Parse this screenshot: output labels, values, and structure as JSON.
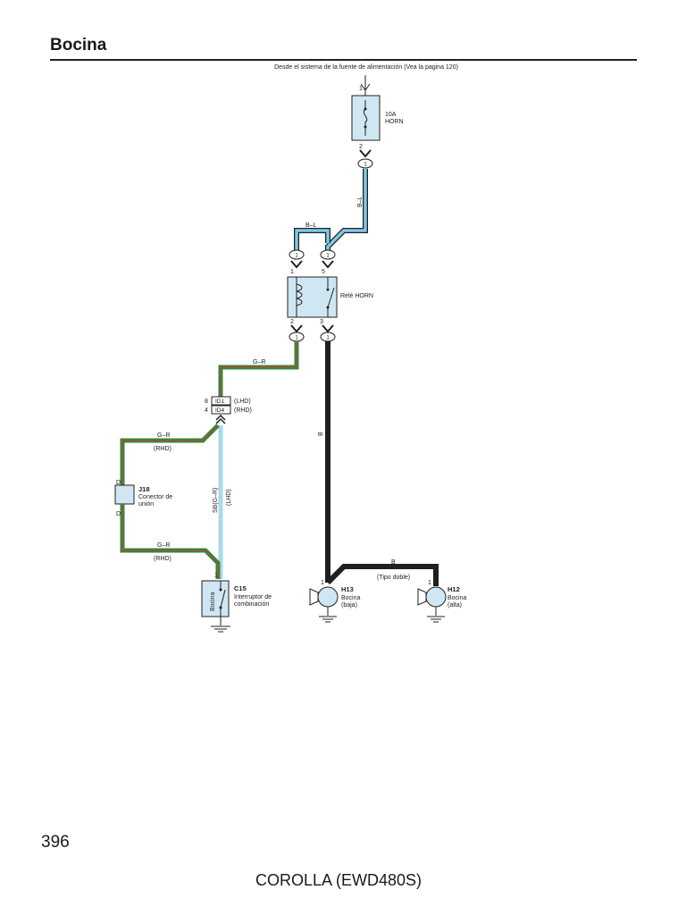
{
  "page": {
    "title": "Bocina",
    "page_number": "396",
    "footer": "COROLLA (EWD480S)"
  },
  "colors": {
    "wire_blue": "#7fc9e6",
    "wire_green": "#2e8b3c",
    "wire_red": "#c4403a",
    "wire_black": "#1f1f1f",
    "component_fill": "#cfe7f3",
    "sb_wire": "#a9d9ef"
  },
  "diagram": {
    "source_note": "Desde el sistema de la fuente de alimentación (Vea la pagina 120)",
    "fuse": {
      "rating": "10A",
      "name": "HORN",
      "pin_top": "1",
      "pin_bottom": "2"
    },
    "relay": {
      "name": "Relé HORN",
      "pin_1": "1",
      "pin_5": "5",
      "pin_2": "2",
      "pin_3": "3"
    },
    "connector_id": {
      "pin_8": "8",
      "id1": "ID1",
      "id1_note": "(LHD)",
      "pin_4": "4",
      "id4": "ID4",
      "id4_note": "(RHD)"
    },
    "junction": {
      "code": "J18",
      "label_line1": "Conector de",
      "label_line2": "unión",
      "pin_top": "D",
      "pin_bottom": "D"
    },
    "switch": {
      "code": "C15",
      "label_line1": "Interruptor de",
      "label_line2": "combinación",
      "inner_label": "Bocina",
      "pin": "1"
    },
    "horn_low": {
      "code": "H13",
      "label_line1": "Bocina",
      "label_line2": "(baja)",
      "pin": "1"
    },
    "horn_high": {
      "code": "H12",
      "label_line1": "Bocina",
      "label_line2": "(alta)",
      "pin": "1"
    },
    "wires": {
      "bl_vertical": "B–L",
      "bl_horizontal": "B–L",
      "gr_top": "G–R",
      "gr_upper": "G–R",
      "rhd_upper": "(RHD)",
      "gr_lower": "G–R",
      "rhd_lower": "(RHD)",
      "sb": "SB(G–R)",
      "lhd": "(LHD)",
      "b_vertical": "B",
      "b_horizontal": "B",
      "tipo_doble": "(Tipo doble)"
    },
    "splice": "1"
  }
}
